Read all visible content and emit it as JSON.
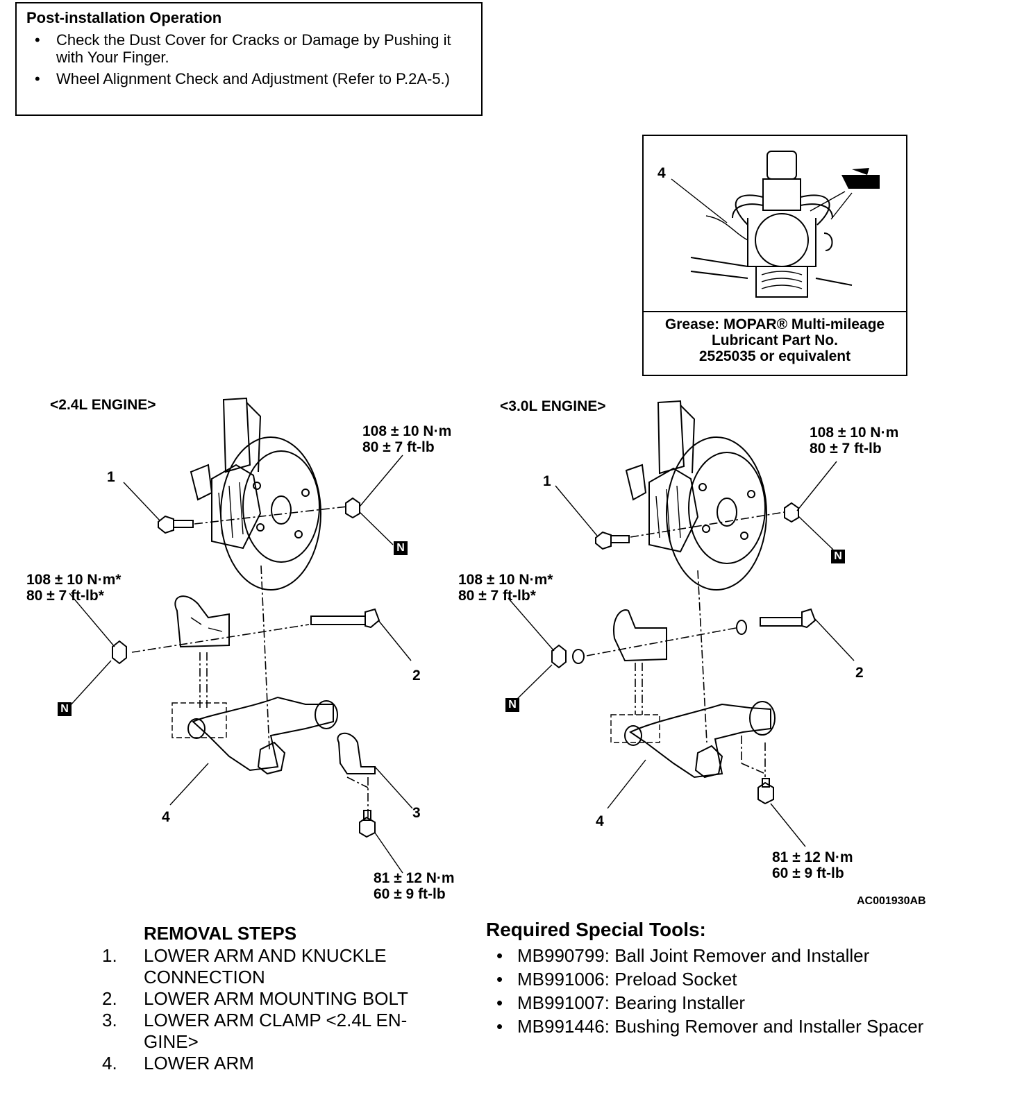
{
  "post_install": {
    "title": "Post-installation Operation",
    "items": [
      "Check the Dust Cover for Cracks or Damage by Pushing it with Your Finger.",
      "Wheel Alignment Check and Adjustment (Refer to P.2A-5.)"
    ]
  },
  "inset": {
    "callout": "4",
    "grease_line1": "Grease: MOPAR® Multi-mileage",
    "grease_line2": "Lubricant Part No.",
    "grease_line3": "2525035 or equivalent"
  },
  "engine_24": {
    "heading": "<2.4L ENGINE>",
    "torque_nut": [
      "108 ± 10 N·m",
      "80 ± 7 ft-lb"
    ],
    "torque_mount": [
      "108 ± 10 N·m*",
      "80 ± 7 ft-lb*"
    ],
    "torque_clamp": [
      "81 ± 12 N·m",
      "60 ± 9 ft-lb"
    ],
    "callouts": [
      "1",
      "2",
      "3",
      "4"
    ],
    "n_mark": "N"
  },
  "engine_30": {
    "heading": "<3.0L ENGINE>",
    "torque_nut": [
      "108 ± 10 N·m",
      "80 ± 7 ft-lb"
    ],
    "torque_mount": [
      "108 ± 10 N·m*",
      "80 ± 7 ft-lb*"
    ],
    "torque_bushing": [
      "81 ± 12 N·m",
      "60 ± 9 ft-lb"
    ],
    "callouts": [
      "1",
      "2",
      "4"
    ],
    "n_mark": "N"
  },
  "figure_code": "AC001930AB",
  "removal": {
    "heading": "REMOVAL STEPS",
    "steps": [
      {
        "num": "1.",
        "line1": "LOWER ARM AND KNUCKLE",
        "line2": "CONNECTION"
      },
      {
        "num": "2.",
        "line1": "LOWER ARM MOUNTING BOLT",
        "line2": ""
      },
      {
        "num": "3.",
        "line1": "LOWER ARM CLAMP <2.4L EN-",
        "line2": "GINE>"
      },
      {
        "num": "4.",
        "line1": "LOWER ARM",
        "line2": ""
      }
    ]
  },
  "tools": {
    "heading": "Required Special Tools:",
    "items": [
      "MB990799: Ball Joint Remover and Installer",
      "MB991006: Preload Socket",
      "MB991007: Bearing Installer",
      "MB991446: Bushing Remover and Installer Spacer"
    ]
  }
}
